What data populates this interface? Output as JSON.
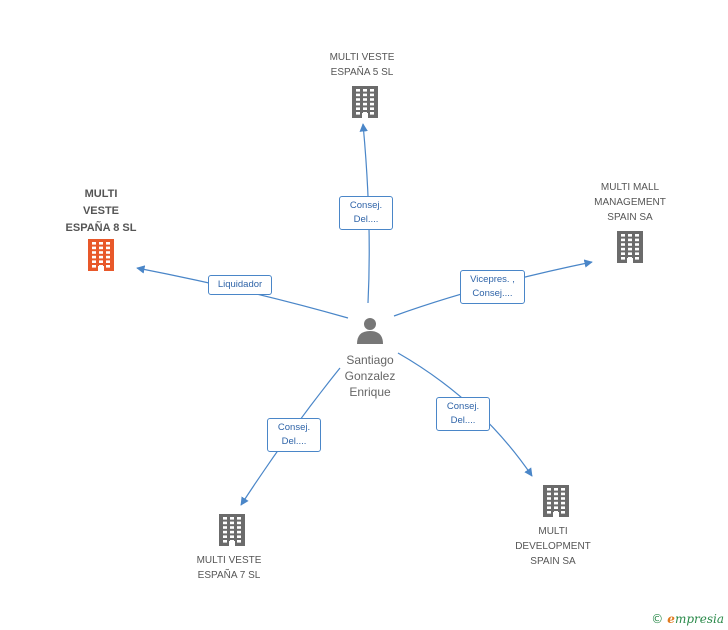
{
  "center": {
    "name": "Santiago\nGonzalez\nEnrique",
    "icon": "person-icon"
  },
  "nodes": [
    {
      "id": "mv5",
      "name": "MULTI VESTE\nESPAÑA 5 SL",
      "icon": "building-icon",
      "highlight": false
    },
    {
      "id": "mmm",
      "name": "MULTI MALL\nMANAGEMENT\nSPAIN SA",
      "icon": "building-icon",
      "highlight": false
    },
    {
      "id": "mv8",
      "name": "MULTI\nVESTE\nESPAÑA 8 SL",
      "icon": "building-icon",
      "highlight": true
    },
    {
      "id": "mv7",
      "name": "MULTI VESTE\nESPAÑA 7 SL",
      "icon": "building-icon",
      "highlight": false
    },
    {
      "id": "mds",
      "name": "MULTI\nDEVELOPMENT\nSPAIN SA",
      "icon": "building-icon",
      "highlight": false
    }
  ],
  "edges": [
    {
      "to": "mv5",
      "label": "Consej.\nDel...."
    },
    {
      "to": "mmm",
      "label": "Vicepres. ,\nConsej...."
    },
    {
      "to": "mv8",
      "label": "Liquidador"
    },
    {
      "to": "mv7",
      "label": "Consej.\nDel...."
    },
    {
      "to": "mds",
      "label": "Consej.\nDel...."
    }
  ],
  "colors": {
    "edge": "#4a86c8",
    "building": "#6b6b6b",
    "highlight": "#e8582a",
    "person": "#777777"
  },
  "brand": {
    "copyright": "©",
    "name": "mpresia",
    "initial": "e"
  }
}
